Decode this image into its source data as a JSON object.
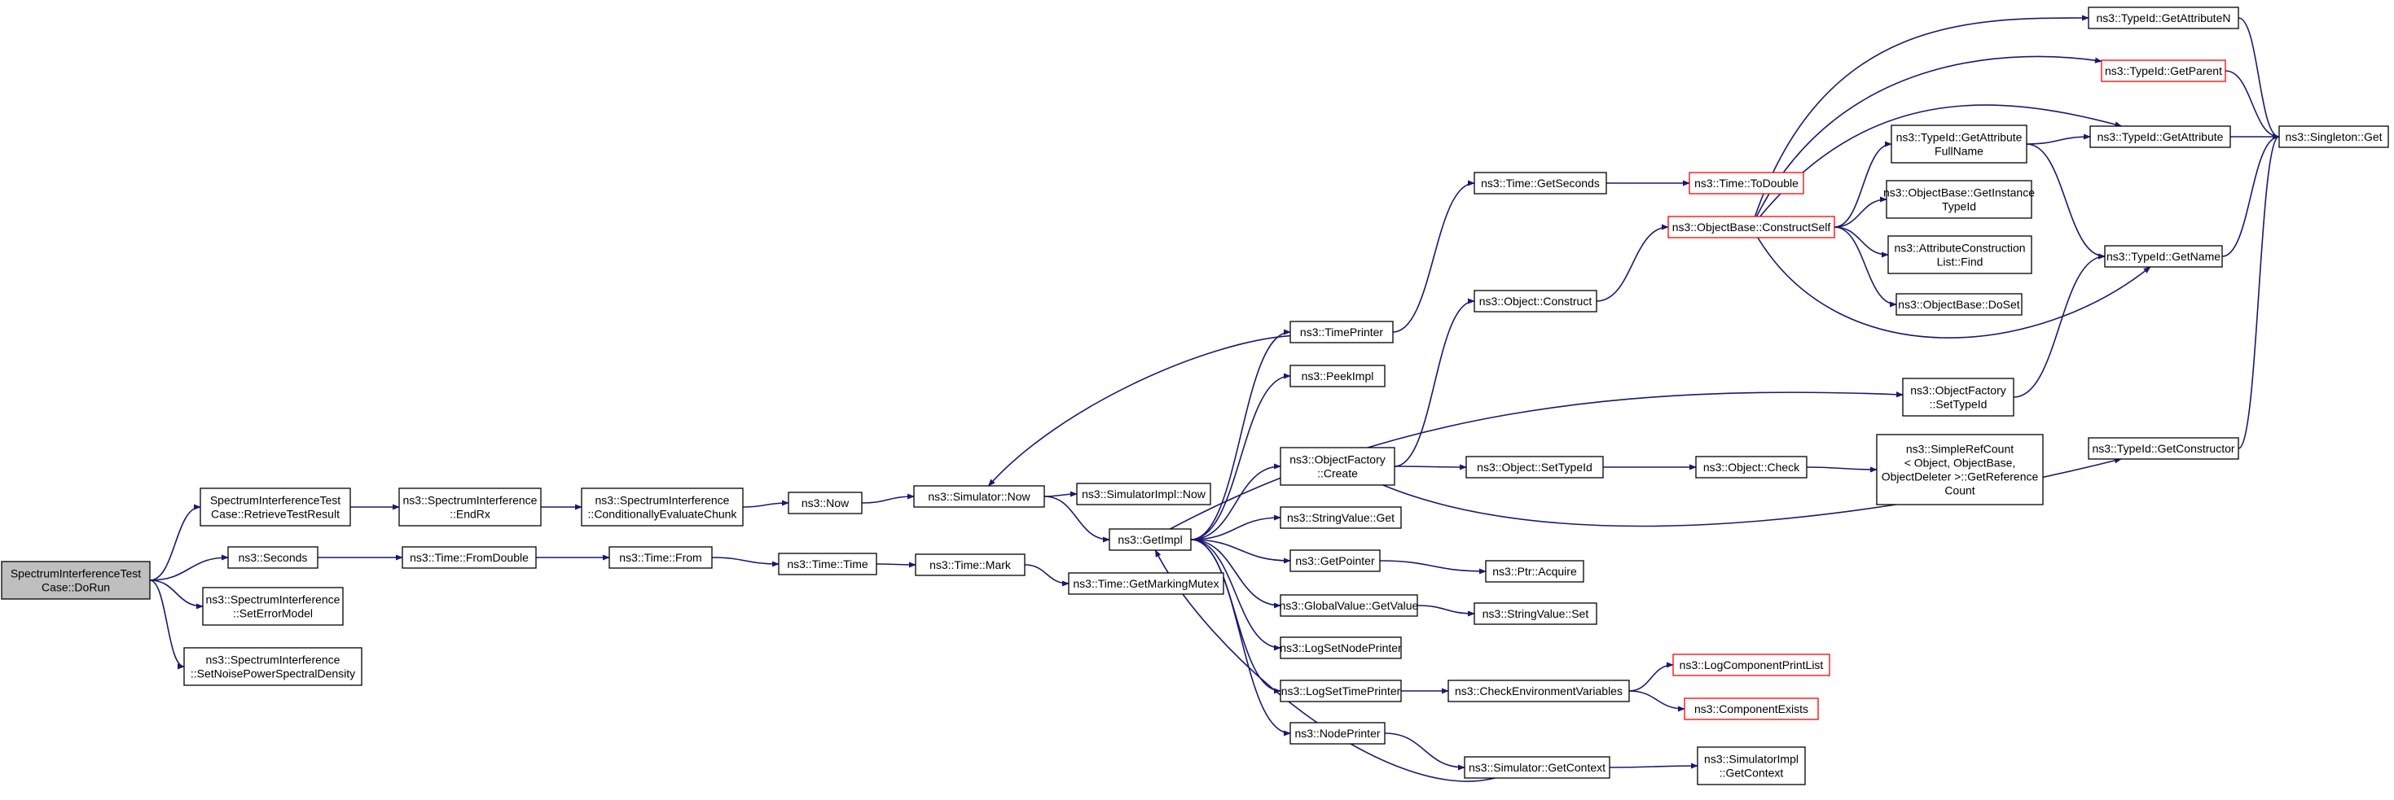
{
  "colors": {
    "edge": "#191970",
    "box_border": "#000000",
    "truncated_border": "#ff0000",
    "root_fill": "#bfbfbf",
    "background": "#ffffff"
  },
  "nodes": {
    "doRun": {
      "lines": [
        "SpectrumInterferenceTest",
        "Case::DoRun"
      ],
      "root": true
    },
    "retrieve": {
      "lines": [
        "SpectrumInterferenceTest",
        "Case::RetrieveTestResult"
      ]
    },
    "seconds": {
      "lines": [
        "ns3::Seconds"
      ]
    },
    "setErrorModel": {
      "lines": [
        "ns3::SpectrumInterference",
        "::SetErrorModel"
      ]
    },
    "setNoise": {
      "lines": [
        "ns3::SpectrumInterference",
        "::SetNoisePowerSpectralDensity"
      ]
    },
    "endRx": {
      "lines": [
        "ns3::SpectrumInterference",
        "::EndRx"
      ]
    },
    "fromDouble": {
      "lines": [
        "ns3::Time::FromDouble"
      ]
    },
    "condEval": {
      "lines": [
        "ns3::SpectrumInterference",
        "::ConditionallyEvaluateChunk"
      ]
    },
    "timeFrom": {
      "lines": [
        "ns3::Time::From"
      ]
    },
    "now": {
      "lines": [
        "ns3::Now"
      ]
    },
    "timeTime": {
      "lines": [
        "ns3::Time::Time"
      ]
    },
    "simNow": {
      "lines": [
        "ns3::Simulator::Now"
      ]
    },
    "timeMark": {
      "lines": [
        "ns3::Time::Mark"
      ]
    },
    "simImplNow": {
      "lines": [
        "ns3::SimulatorImpl::Now"
      ]
    },
    "getImpl": {
      "lines": [
        "ns3::GetImpl"
      ]
    },
    "markingMutex": {
      "lines": [
        "ns3::Time::GetMarkingMutex"
      ]
    },
    "timePrinter": {
      "lines": [
        "ns3::TimePrinter"
      ]
    },
    "peekImpl": {
      "lines": [
        "ns3::PeekImpl"
      ]
    },
    "ofCreate": {
      "lines": [
        "ns3::ObjectFactory",
        "::Create"
      ]
    },
    "stringValueGet": {
      "lines": [
        "ns3::StringValue::Get"
      ]
    },
    "getPointer": {
      "lines": [
        "ns3::GetPointer"
      ]
    },
    "globalGetValue": {
      "lines": [
        "ns3::GlobalValue::GetValue"
      ]
    },
    "logSetNode": {
      "lines": [
        "ns3::LogSetNodePrinter"
      ]
    },
    "logSetTime": {
      "lines": [
        "ns3::LogSetTimePrinter"
      ]
    },
    "nodePrinter": {
      "lines": [
        "ns3::NodePrinter"
      ]
    },
    "getSeconds": {
      "lines": [
        "ns3::Time::GetSeconds"
      ]
    },
    "objConstruct": {
      "lines": [
        "ns3::Object::Construct"
      ]
    },
    "objSetTypeId": {
      "lines": [
        "ns3::Object::SetTypeId"
      ]
    },
    "ptrAcquire": {
      "lines": [
        "ns3::Ptr::Acquire"
      ]
    },
    "stringValueSet": {
      "lines": [
        "ns3::StringValue::Set"
      ]
    },
    "checkEnv": {
      "lines": [
        "ns3::CheckEnvironmentVariables"
      ]
    },
    "simGetContext": {
      "lines": [
        "ns3::Simulator::GetContext"
      ]
    },
    "toDouble": {
      "lines": [
        "ns3::Time::ToDouble"
      ],
      "truncated": true
    },
    "constructSelf": {
      "lines": [
        "ns3::ObjectBase::ConstructSelf"
      ],
      "truncated": true
    },
    "objCheck": {
      "lines": [
        "ns3::Object::Check"
      ]
    },
    "logCompList": {
      "lines": [
        "ns3::LogComponentPrintList"
      ],
      "truncated": true
    },
    "compExists": {
      "lines": [
        "ns3::ComponentExists"
      ],
      "truncated": true
    },
    "simImplGetContext": {
      "lines": [
        "ns3::SimulatorImpl",
        "::GetContext"
      ]
    },
    "getAttrFullName": {
      "lines": [
        "ns3::TypeId::GetAttribute",
        "FullName"
      ]
    },
    "getInstanceTypeId": {
      "lines": [
        "ns3::ObjectBase::GetInstance",
        "TypeId"
      ]
    },
    "attrConstrFind": {
      "lines": [
        "ns3::AttributeConstruction",
        "List::Find"
      ]
    },
    "doSet": {
      "lines": [
        "ns3::ObjectBase::DoSet"
      ]
    },
    "ofSetTypeId": {
      "lines": [
        "ns3::ObjectFactory",
        "::SetTypeId"
      ]
    },
    "simpleRefCount": {
      "lines": [
        "ns3::SimpleRefCount",
        "< Object, ObjectBase,",
        "ObjectDeleter >::GetReference",
        "Count"
      ]
    },
    "getAttributeN": {
      "lines": [
        "ns3::TypeId::GetAttributeN"
      ]
    },
    "getParent": {
      "lines": [
        "ns3::TypeId::GetParent"
      ],
      "truncated": true
    },
    "getAttribute": {
      "lines": [
        "ns3::TypeId::GetAttribute"
      ]
    },
    "getName": {
      "lines": [
        "ns3::TypeId::GetName"
      ]
    },
    "getConstructor": {
      "lines": [
        "ns3::TypeId::GetConstructor"
      ]
    },
    "singletonGet": {
      "lines": [
        "ns3::Singleton::Get"
      ]
    }
  }
}
